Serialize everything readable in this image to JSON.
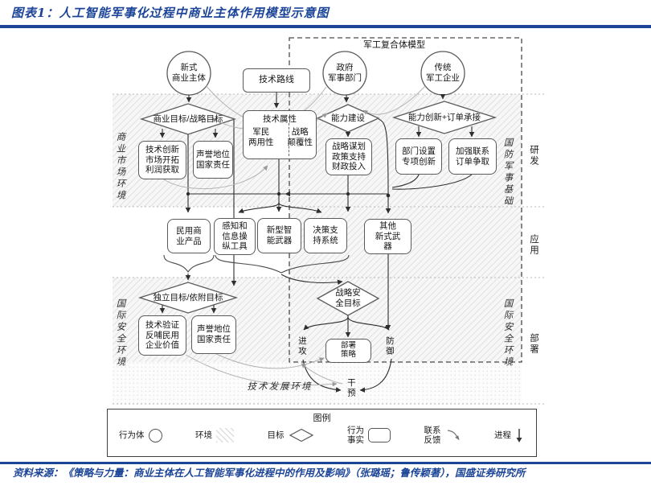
{
  "header": {
    "title": "图表1：人工智能军事化过程中商业主体作用模型示意图"
  },
  "footer": {
    "source": "资料来源：《策略与力量：商业主体在人工智能军事化进程中的作用及影响》（张璐瑶；鲁传颖著），国盛证券研究所"
  },
  "colors": {
    "accent_blue": "#1c4598",
    "box_border": "#5a5a5a",
    "connector": "#2f2f2f",
    "feedback_gray": "#b3b3b3",
    "hatch_line": "#dedede"
  },
  "diagram": {
    "mic_label": "军工复合体模型",
    "actors": {
      "new_commercial": "新式\n商业主体",
      "gov_military": "政府\n军事部门",
      "traditional_mi": "传统\n军工企业"
    },
    "nodes": {
      "tech_route": "技术路线",
      "tech_attr_title": "技术属性",
      "tech_attr_dual": "军民\n两用性",
      "tech_attr_disruptive": "战略\n颠覆性",
      "goal_commercial": "商业目标/战略目标",
      "goal_capability": "能力建设",
      "goal_innovation_orders": "能力创新+订单承接",
      "tech_innovation": "技术创新\n市场开拓\n利润获取",
      "reputation_top": "声誉地位\n国家责任",
      "strategic_planning": "战略谋划\n政策支持\n财政投入",
      "dept_setup": "部门设置\n专项创新",
      "strengthen_ties": "加强联系\n订单争取",
      "civilian_products": "民用商\n业产品",
      "perception_tools": "感知和\n信息操\n纵工具",
      "smart_weapons": "新型智\n能武器",
      "decision_support": "决策支\n持系统",
      "other_weapons": "其他\n新式武\n器",
      "goal_independent": "独立目标/依附目标",
      "goal_strategic_security": "战略安\n全目标",
      "tech_validation": "技术验证\n反哺民用\n企业价值",
      "reputation_bottom": "声誉地位\n国家责任",
      "deploy_strategy": "部署\n策略",
      "attack": "进攻",
      "defense": "防御",
      "intervention": "干预"
    },
    "environments": {
      "commercial_market": "商业市场环境",
      "intl_security_left": "国际安全环境",
      "defense_military_base": "国防军事基础",
      "intl_security_right": "国际安全环境",
      "tech_development": "技术发展环境"
    },
    "phases": {
      "rd": "研发",
      "application": "应用",
      "deployment": "部署"
    }
  },
  "legend": {
    "title": "图例",
    "items": [
      {
        "label": "行为体",
        "glyph": "circle"
      },
      {
        "label": "环境",
        "glyph": "hatch"
      },
      {
        "label": "目标",
        "glyph": "diamond"
      },
      {
        "label": "行为\n事实",
        "glyph": "rounded-rect"
      },
      {
        "label": "联系\n反馈",
        "glyph": "feedback-curve"
      },
      {
        "label": "进程",
        "glyph": "down-arrow"
      }
    ]
  }
}
